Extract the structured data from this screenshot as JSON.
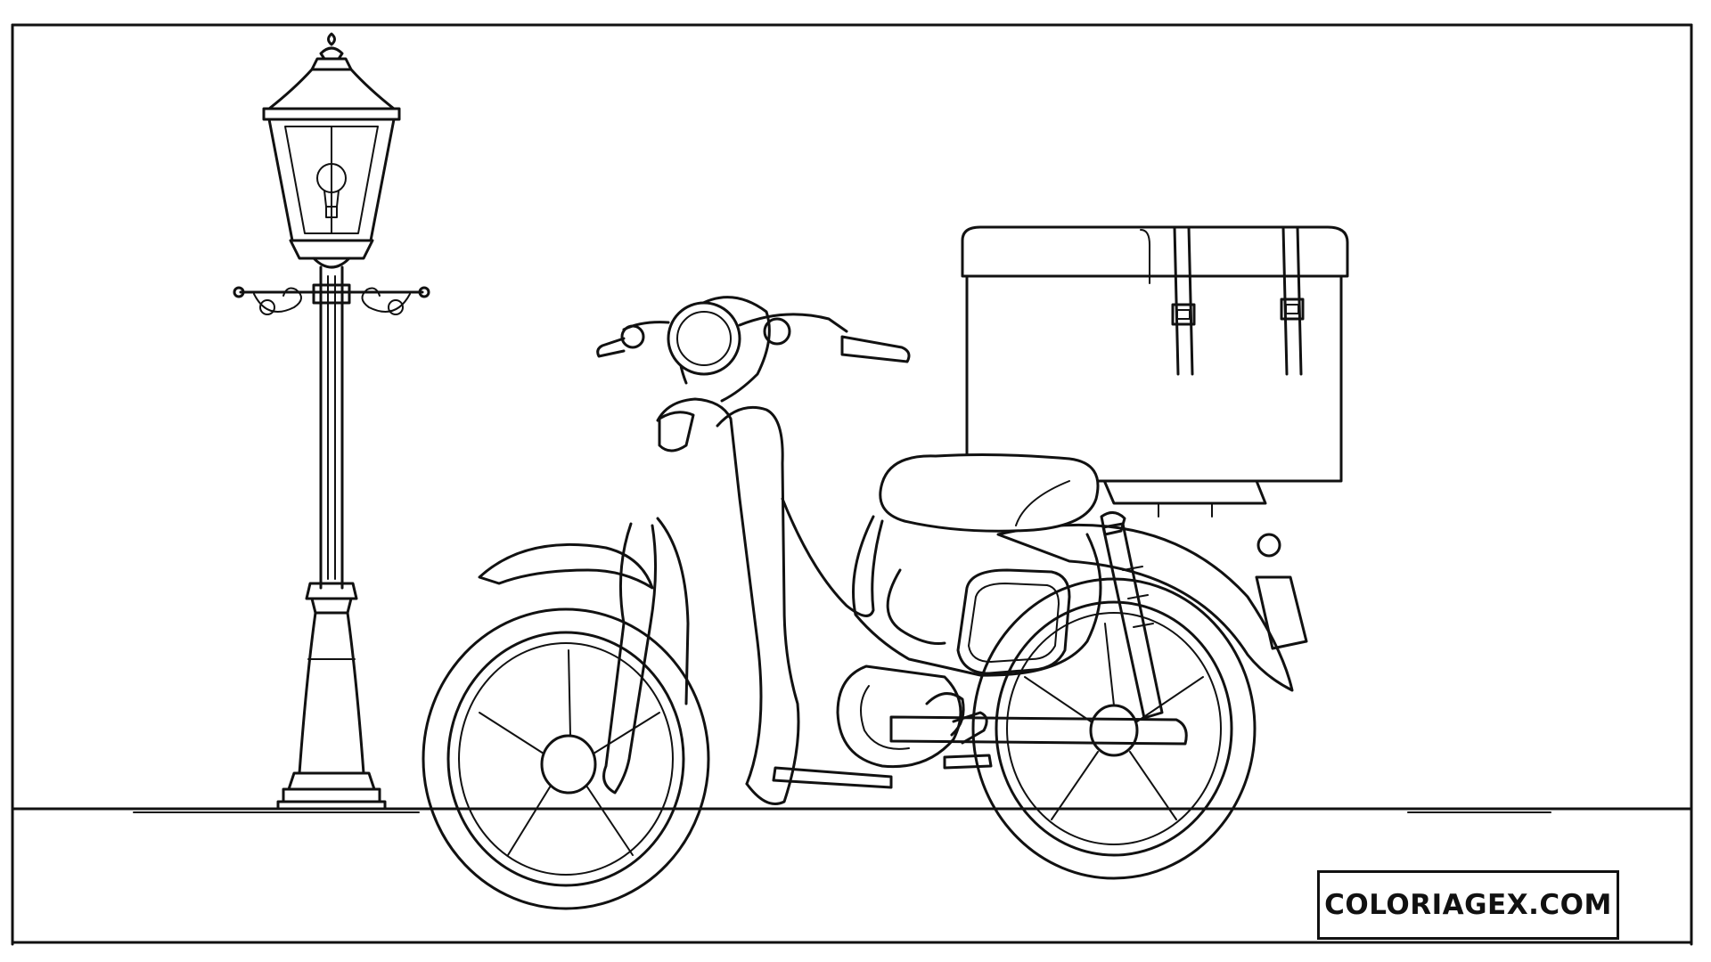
{
  "watermark": {
    "text": "COLORIAGEX.COM"
  },
  "illustration": {
    "kind": "coloring page line art",
    "subjects": [
      "street-lamp",
      "moped",
      "delivery-box"
    ],
    "ink_color": "#111111",
    "background_color": "#ffffff"
  }
}
